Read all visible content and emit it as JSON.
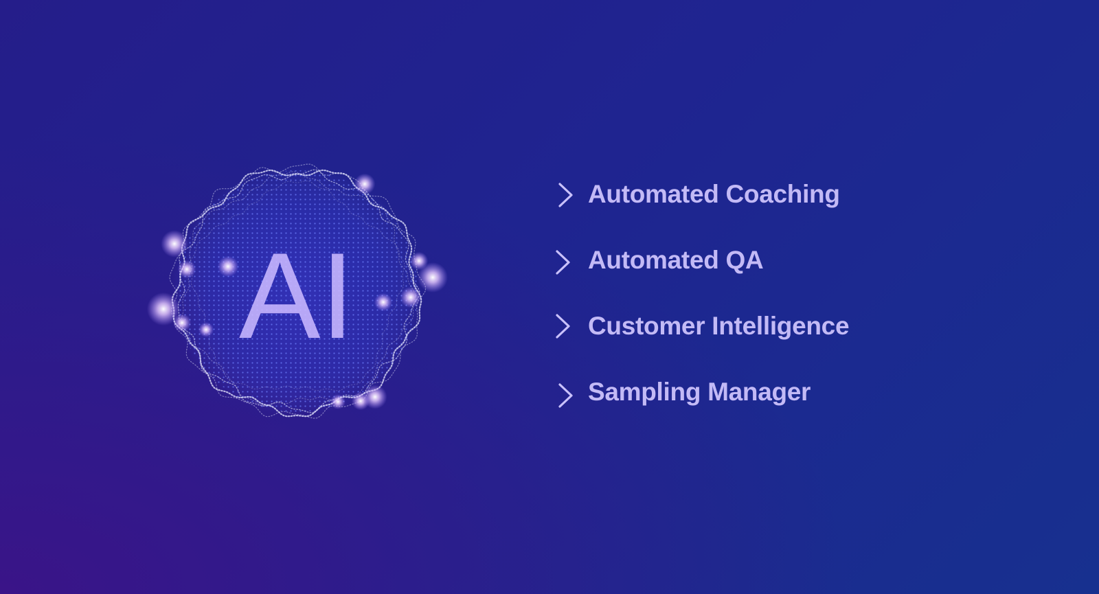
{
  "orb": {
    "text": "AI",
    "icon": "ai-particle-sphere-icon"
  },
  "features": [
    {
      "label": "Automated Coaching",
      "icon": "arrow-right-icon"
    },
    {
      "label": "Automated QA",
      "icon": "arrow-right-icon"
    },
    {
      "label": "Customer Intelligence",
      "icon": "arrow-right-icon"
    },
    {
      "label": "Sampling Manager",
      "icon": "arrow-right-icon"
    }
  ],
  "colors": {
    "background_start": "#251d8a",
    "background_end": "#17308f",
    "label": "#c3baf6",
    "arrow": "#b9b0f5",
    "orb_dots": "#6d7dff",
    "orb_edge": "#e8eaff"
  }
}
